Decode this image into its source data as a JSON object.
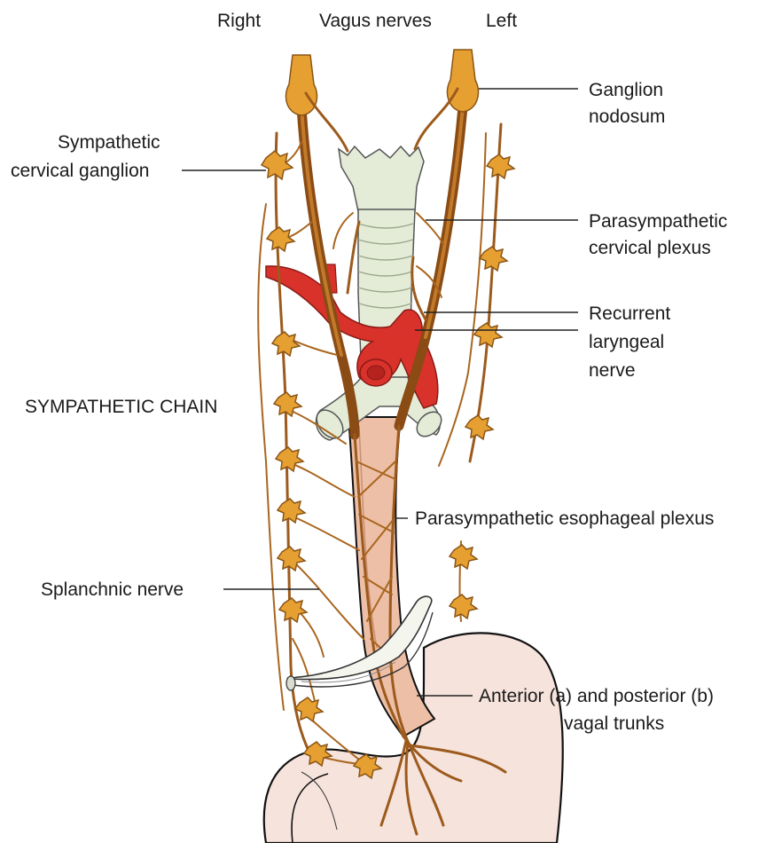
{
  "header": {
    "right": "Right",
    "vagus": "Vagus nerves",
    "left": "Left"
  },
  "labels": {
    "ganglion_nodosum": [
      "Ganglion",
      "nodosum"
    ],
    "sympathetic_cervical_ganglion": [
      "Sympathetic",
      "cervical ganglion"
    ],
    "parasympathetic_cervical_plexus": [
      "Parasympathetic",
      "cervical plexus"
    ],
    "recurrent_laryngeal_nerve": [
      "Recurrent",
      "laryngeal",
      "nerve"
    ],
    "sympathetic_chain": "SYMPATHETIC CHAIN",
    "parasympathetic_esophageal_plexus": "Parasympathetic esophageal plexus",
    "splanchnic_nerve": "Splanchnic nerve",
    "vagal_trunks": [
      "Anterior (a) and posterior (b)",
      "vagal trunks"
    ]
  },
  "colors": {
    "nerve": "#9c5a1c",
    "ganglion": "#e6a032",
    "trachea": "#e4ecd8",
    "aorta": "#d8322b",
    "esophagus": "#edbfa6",
    "stomach": "#f6e3dc"
  }
}
